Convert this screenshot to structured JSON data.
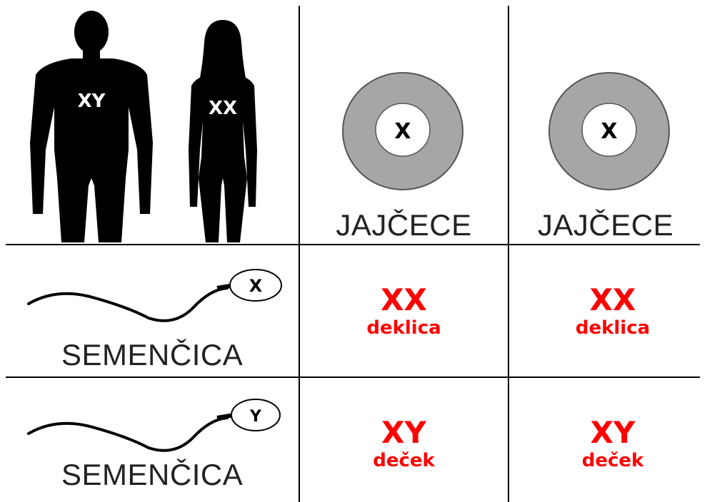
{
  "parents": {
    "male_label": "XY",
    "female_label": "XX"
  },
  "columns": [
    {
      "chromosome": "X",
      "caption": "JAJČECE"
    },
    {
      "chromosome": "X",
      "caption": "JAJČECE"
    }
  ],
  "rows": [
    {
      "chromosome": "X",
      "caption": "SEMENČICA"
    },
    {
      "chromosome": "Y",
      "caption": "SEMENČICA"
    }
  ],
  "cells": [
    [
      {
        "genotype": "XX",
        "sex": "deklica"
      },
      {
        "genotype": "XX",
        "sex": "deklica"
      }
    ],
    [
      {
        "genotype": "XY",
        "sex": "deček"
      },
      {
        "genotype": "XY",
        "sex": "deček"
      }
    ]
  ],
  "colors": {
    "result": "#ff0000",
    "egg_outer": "#a6a6a6",
    "egg_inner": "#ffffff",
    "silhouette": "#000000"
  }
}
